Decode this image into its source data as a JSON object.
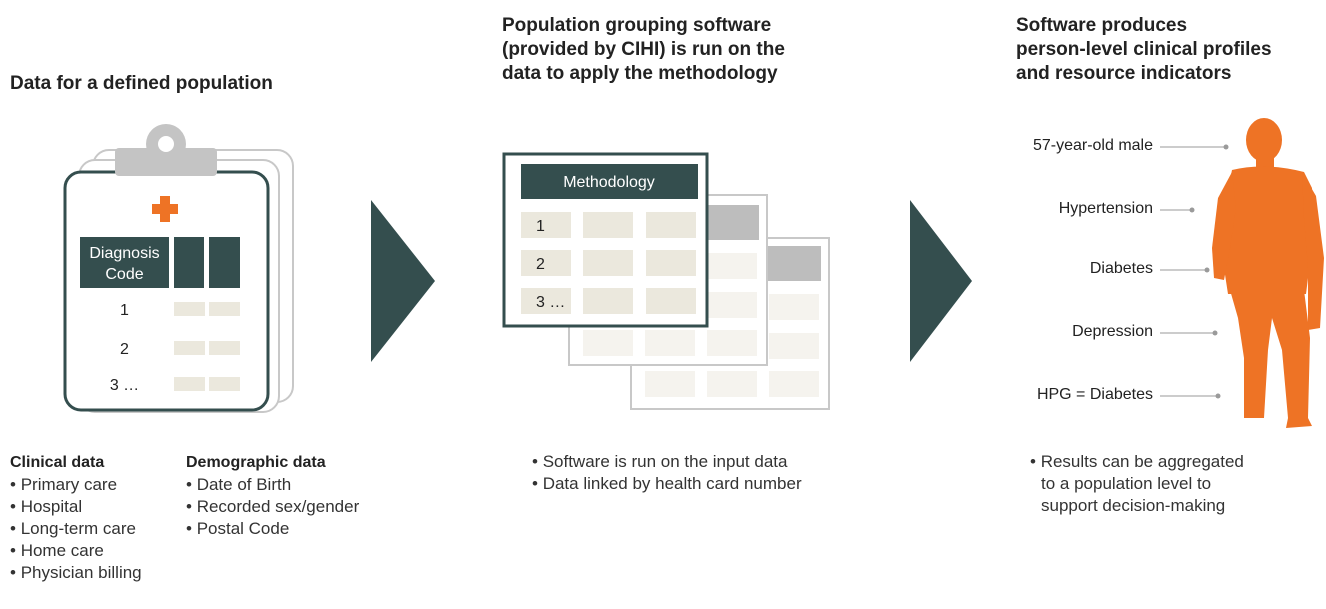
{
  "step1": {
    "title": "Data for a defined population",
    "clipboard": {
      "header_line1": "Diagnosis",
      "header_line2": "Code",
      "rows": [
        "1",
        "2",
        "3 …"
      ]
    },
    "clinical": {
      "title": "Clinical data",
      "items": [
        "Primary care",
        "Hospital",
        "Long-term care",
        "Home care",
        "Physician billing"
      ]
    },
    "demographic": {
      "title": "Demographic data",
      "items": [
        "Date of Birth",
        "Recorded sex/gender",
        "Postal Code"
      ]
    }
  },
  "step2": {
    "title_line1": "Population grouping software",
    "title_line2": "(provided by CIHI) is run on the",
    "title_line3": "data to apply the methodology",
    "sheet": {
      "header": "Methodology",
      "rows": [
        "1",
        "2",
        "3 …"
      ]
    },
    "bullets": [
      "Software is run on the input data",
      "Data linked by health card number"
    ]
  },
  "step3": {
    "title_line1": "Software produces",
    "title_line2": "person-level clinical profiles",
    "title_line3": "and resource indicators",
    "callouts": [
      "57-year-old male",
      "Hypertension",
      "Diabetes",
      "Depression",
      "HPG = Diabetes"
    ],
    "bullet_line1": "Results can be aggregated",
    "bullet_line2": "to a population level to",
    "bullet_line3": "support decision-making"
  },
  "colors": {
    "dark_teal": "#344e4e",
    "orange": "#ee7325",
    "beige": "#ebe8dd",
    "gray": "#bdbdbd"
  },
  "icons": [
    "clipboard-icon",
    "medical-cross-icon",
    "arrow-right-icon",
    "document-stack-icon",
    "person-silhouette-icon"
  ]
}
